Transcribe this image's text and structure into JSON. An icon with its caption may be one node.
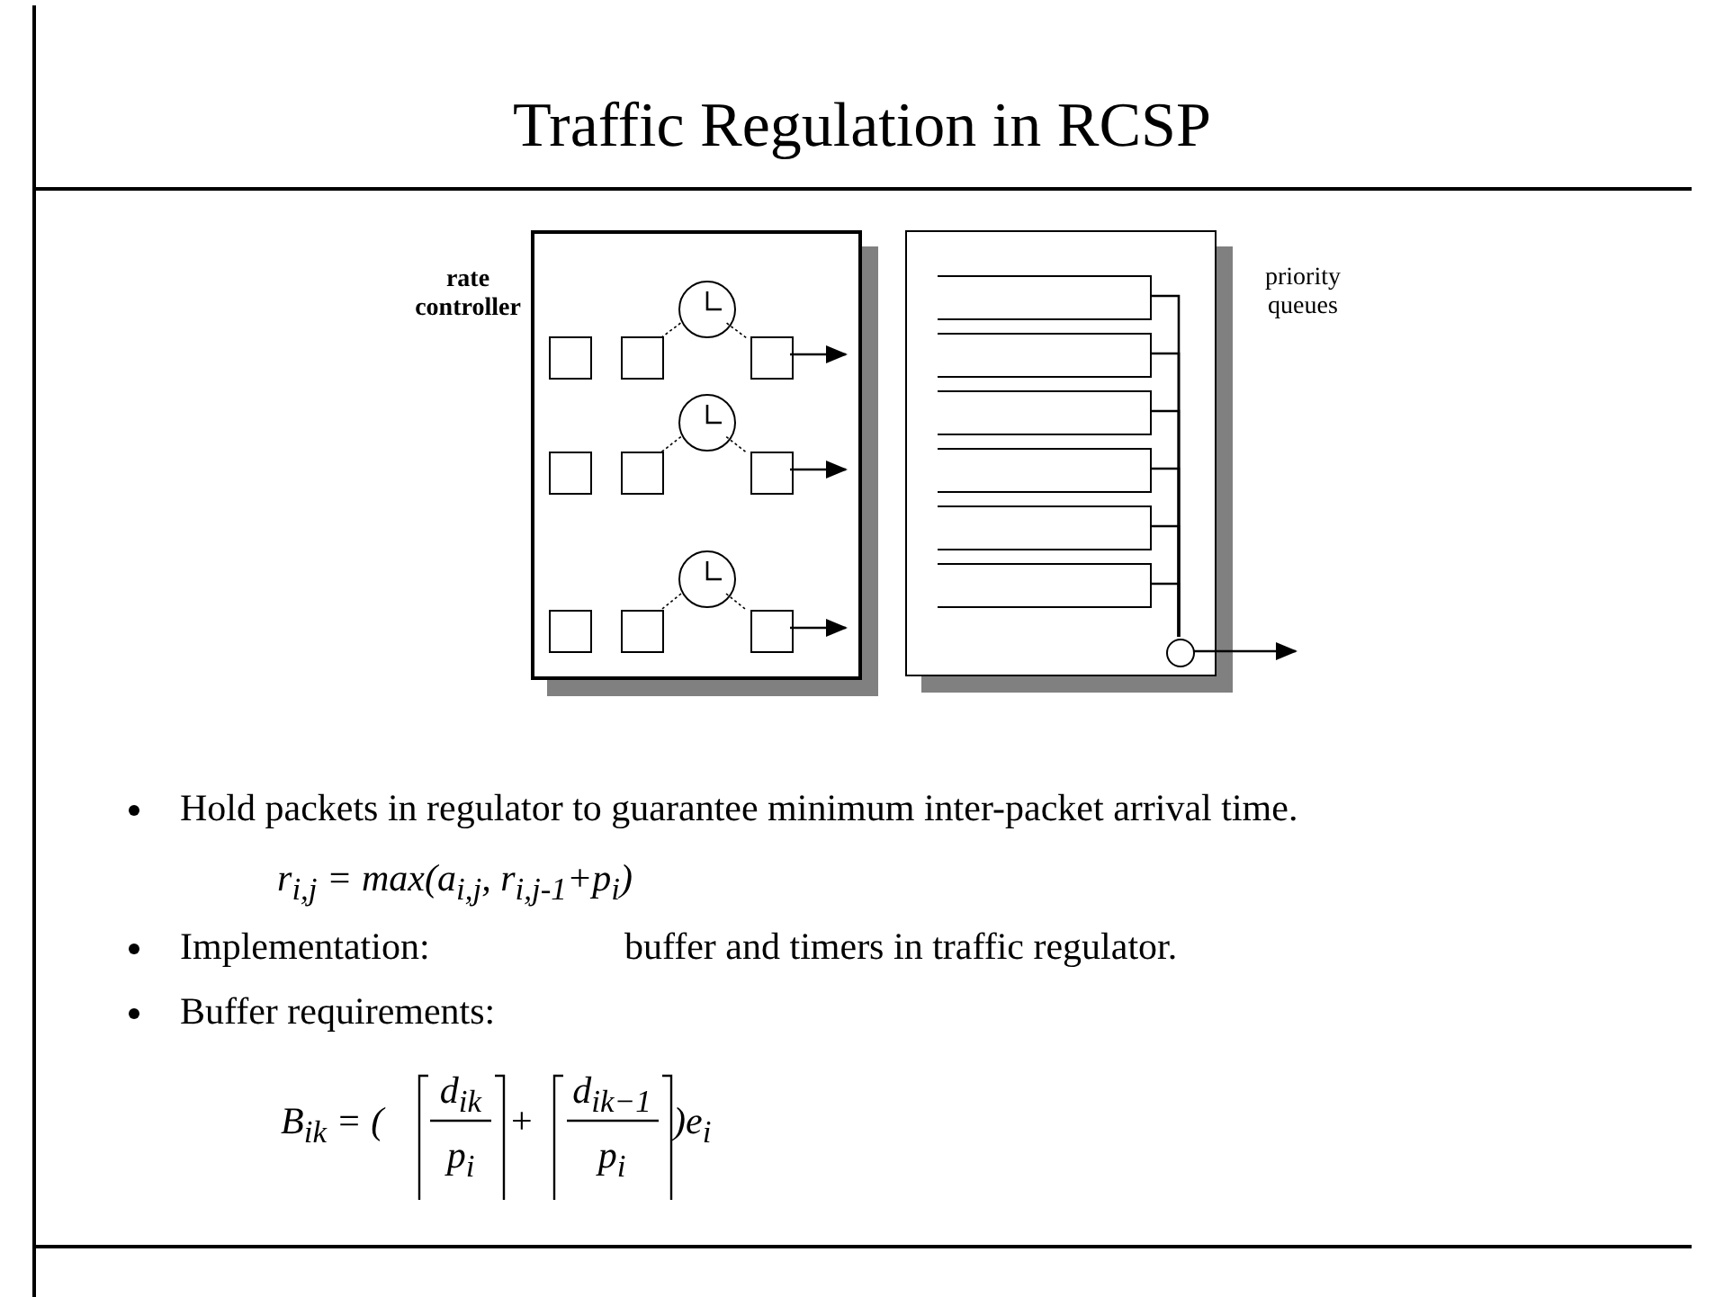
{
  "diagram": {
    "title": "Traffic Regulation in RCSP",
    "nodes": [
      {
        "text": [
          "rate controller"
        ]
      },
      {
        "text": [],
        "shape": "circle",
        "in": 0
      },
      {
        "text": [],
        "shape": "box",
        "in": 0
      },
      {
        "text": [],
        "shape": "box",
        "in": 0
      },
      {
        "text": [],
        "shape": "box",
        "in": 0
      },
      {
        "text": [],
        "shape": "circle",
        "in": 0
      },
      {
        "text": [],
        "shape": "box",
        "in": 0
      },
      {
        "text": [],
        "shape": "box",
        "in": 0
      },
      {
        "text": [],
        "shape": "box",
        "in": 0
      },
      {
        "text": [],
        "shape": "circle",
        "in": 0
      },
      {
        "text": [],
        "shape": "box",
        "in": 0
      },
      {
        "text": [],
        "shape": "box",
        "in": 0
      },
      {
        "text": [],
        "shape": "box",
        "in": 0
      },
      {
        "text": [
          "priority queues"
        ]
      },
      {
        "text": [],
        "shape": "box",
        "in": 13
      },
      {
        "text": [],
        "shape": "box",
        "in": 13
      },
      {
        "text": [],
        "shape": "box",
        "in": 13
      },
      {
        "text": [],
        "shape": "box",
        "in": 13
      },
      {
        "text": [],
        "shape": "box",
        "in": 13
      },
      {
        "text": [],
        "shape": "box",
        "in": 13
      },
      {
        "text": [],
        "shape": "circle",
        "in": 13
      }
    ],
    "edges": [
      {
        "from": 1,
        "to": 3,
        "arrow": "none",
        "style": "dashed"
      },
      {
        "from": 1,
        "to": 4,
        "arrow": "none",
        "style": "dashed"
      },
      {
        "from": 4,
        "to": null,
        "arrow": "to"
      },
      {
        "from": 5,
        "to": 7,
        "arrow": "none",
        "style": "dashed"
      },
      {
        "from": 5,
        "to": 8,
        "arrow": "none",
        "style": "dashed"
      },
      {
        "from": 8,
        "to": null,
        "arrow": "to"
      },
      {
        "from": 9,
        "to": 11,
        "arrow": "none",
        "style": "dashed"
      },
      {
        "from": 9,
        "to": 12,
        "arrow": "none",
        "style": "dashed"
      },
      {
        "from": 12,
        "to": null,
        "arrow": "to"
      },
      {
        "from": 14,
        "to": 20,
        "arrow": "none"
      },
      {
        "from": 15,
        "to": 20,
        "arrow": "none"
      },
      {
        "from": 16,
        "to": 20,
        "arrow": "none"
      },
      {
        "from": 17,
        "to": 20,
        "arrow": "none"
      },
      {
        "from": 18,
        "to": 20,
        "arrow": "none"
      },
      {
        "from": 19,
        "to": 20,
        "arrow": "none"
      },
      {
        "from": 20,
        "to": null,
        "arrow": "to"
      }
    ],
    "labels": [
      "Hold packets in regulator to guarantee minimum inter-packet arrival time.",
      "r$_{i,j}$ = max(a$_{i,j}$, r$_{i,j-1}$+p$_{i}$)",
      "Implementation:",
      "buffer and timers in traffic regulator.",
      "Buffer requirements:",
      "B$_{ik}$ = (",
      "d$_{ik}$",
      "p$_{i}$",
      "+",
      "d$_{ik−1}$",
      "p$_{i}$",
      ")e$_{i}$"
    ]
  }
}
